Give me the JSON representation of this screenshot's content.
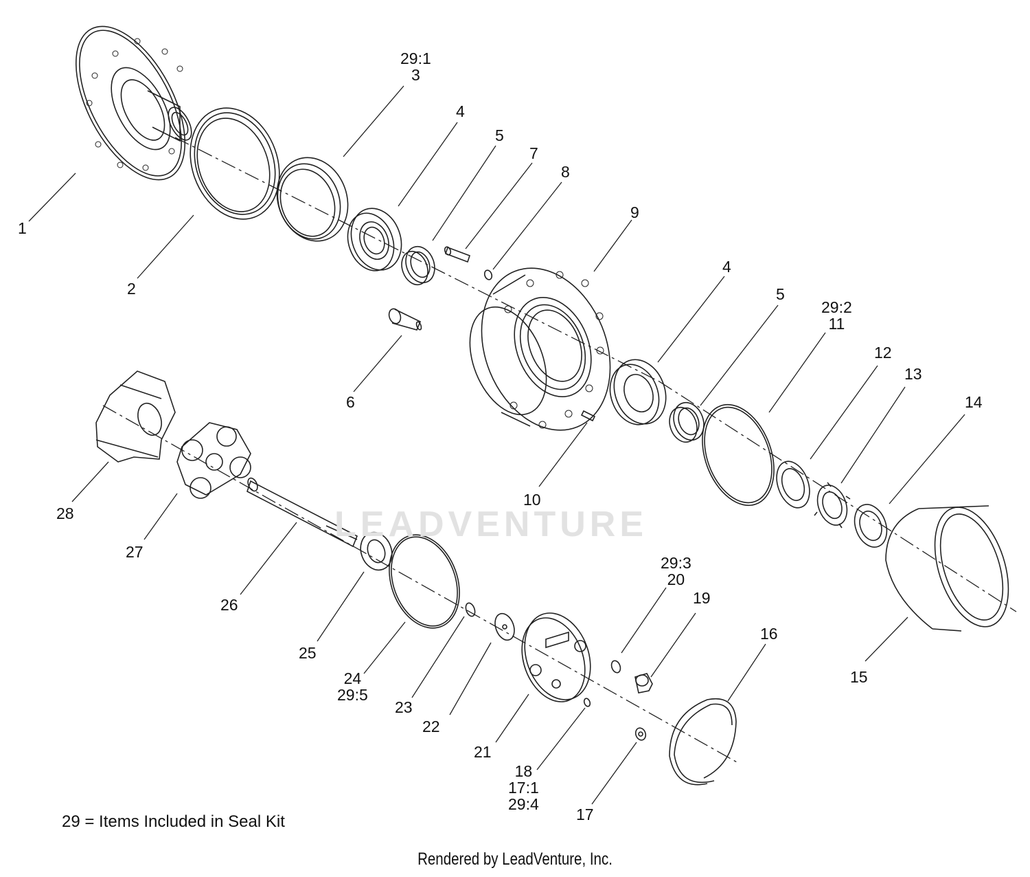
{
  "watermark": {
    "text": "LEADVENTURE"
  },
  "callouts": {
    "c1": [
      "1"
    ],
    "c2": [
      "2"
    ],
    "c3": [
      "29:1",
      "3"
    ],
    "c4a": [
      "4"
    ],
    "c5a": [
      "5"
    ],
    "c7": [
      "7"
    ],
    "c8": [
      "8"
    ],
    "c9": [
      "9"
    ],
    "c6": [
      "6"
    ],
    "c4b": [
      "4"
    ],
    "c5b": [
      "5"
    ],
    "c11": [
      "29:2",
      "11"
    ],
    "c12": [
      "12"
    ],
    "c13": [
      "13"
    ],
    "c14": [
      "14"
    ],
    "c10": [
      "10"
    ],
    "c28": [
      "28"
    ],
    "c27": [
      "27"
    ],
    "c26": [
      "26"
    ],
    "c25": [
      "25"
    ],
    "c24": [
      "24",
      "29:5"
    ],
    "c23": [
      "23"
    ],
    "c22": [
      "22"
    ],
    "c21": [
      "21"
    ],
    "c20": [
      "29:3",
      "20"
    ],
    "c19": [
      "19"
    ],
    "c18": [
      "18",
      "17:1",
      "29:4"
    ],
    "c17": [
      "17"
    ],
    "c16": [
      "16"
    ],
    "c15": [
      "15"
    ]
  },
  "footnote": "29 = Items Included in Seal Kit",
  "rendered_by": "Rendered by LeadVenture, Inc."
}
